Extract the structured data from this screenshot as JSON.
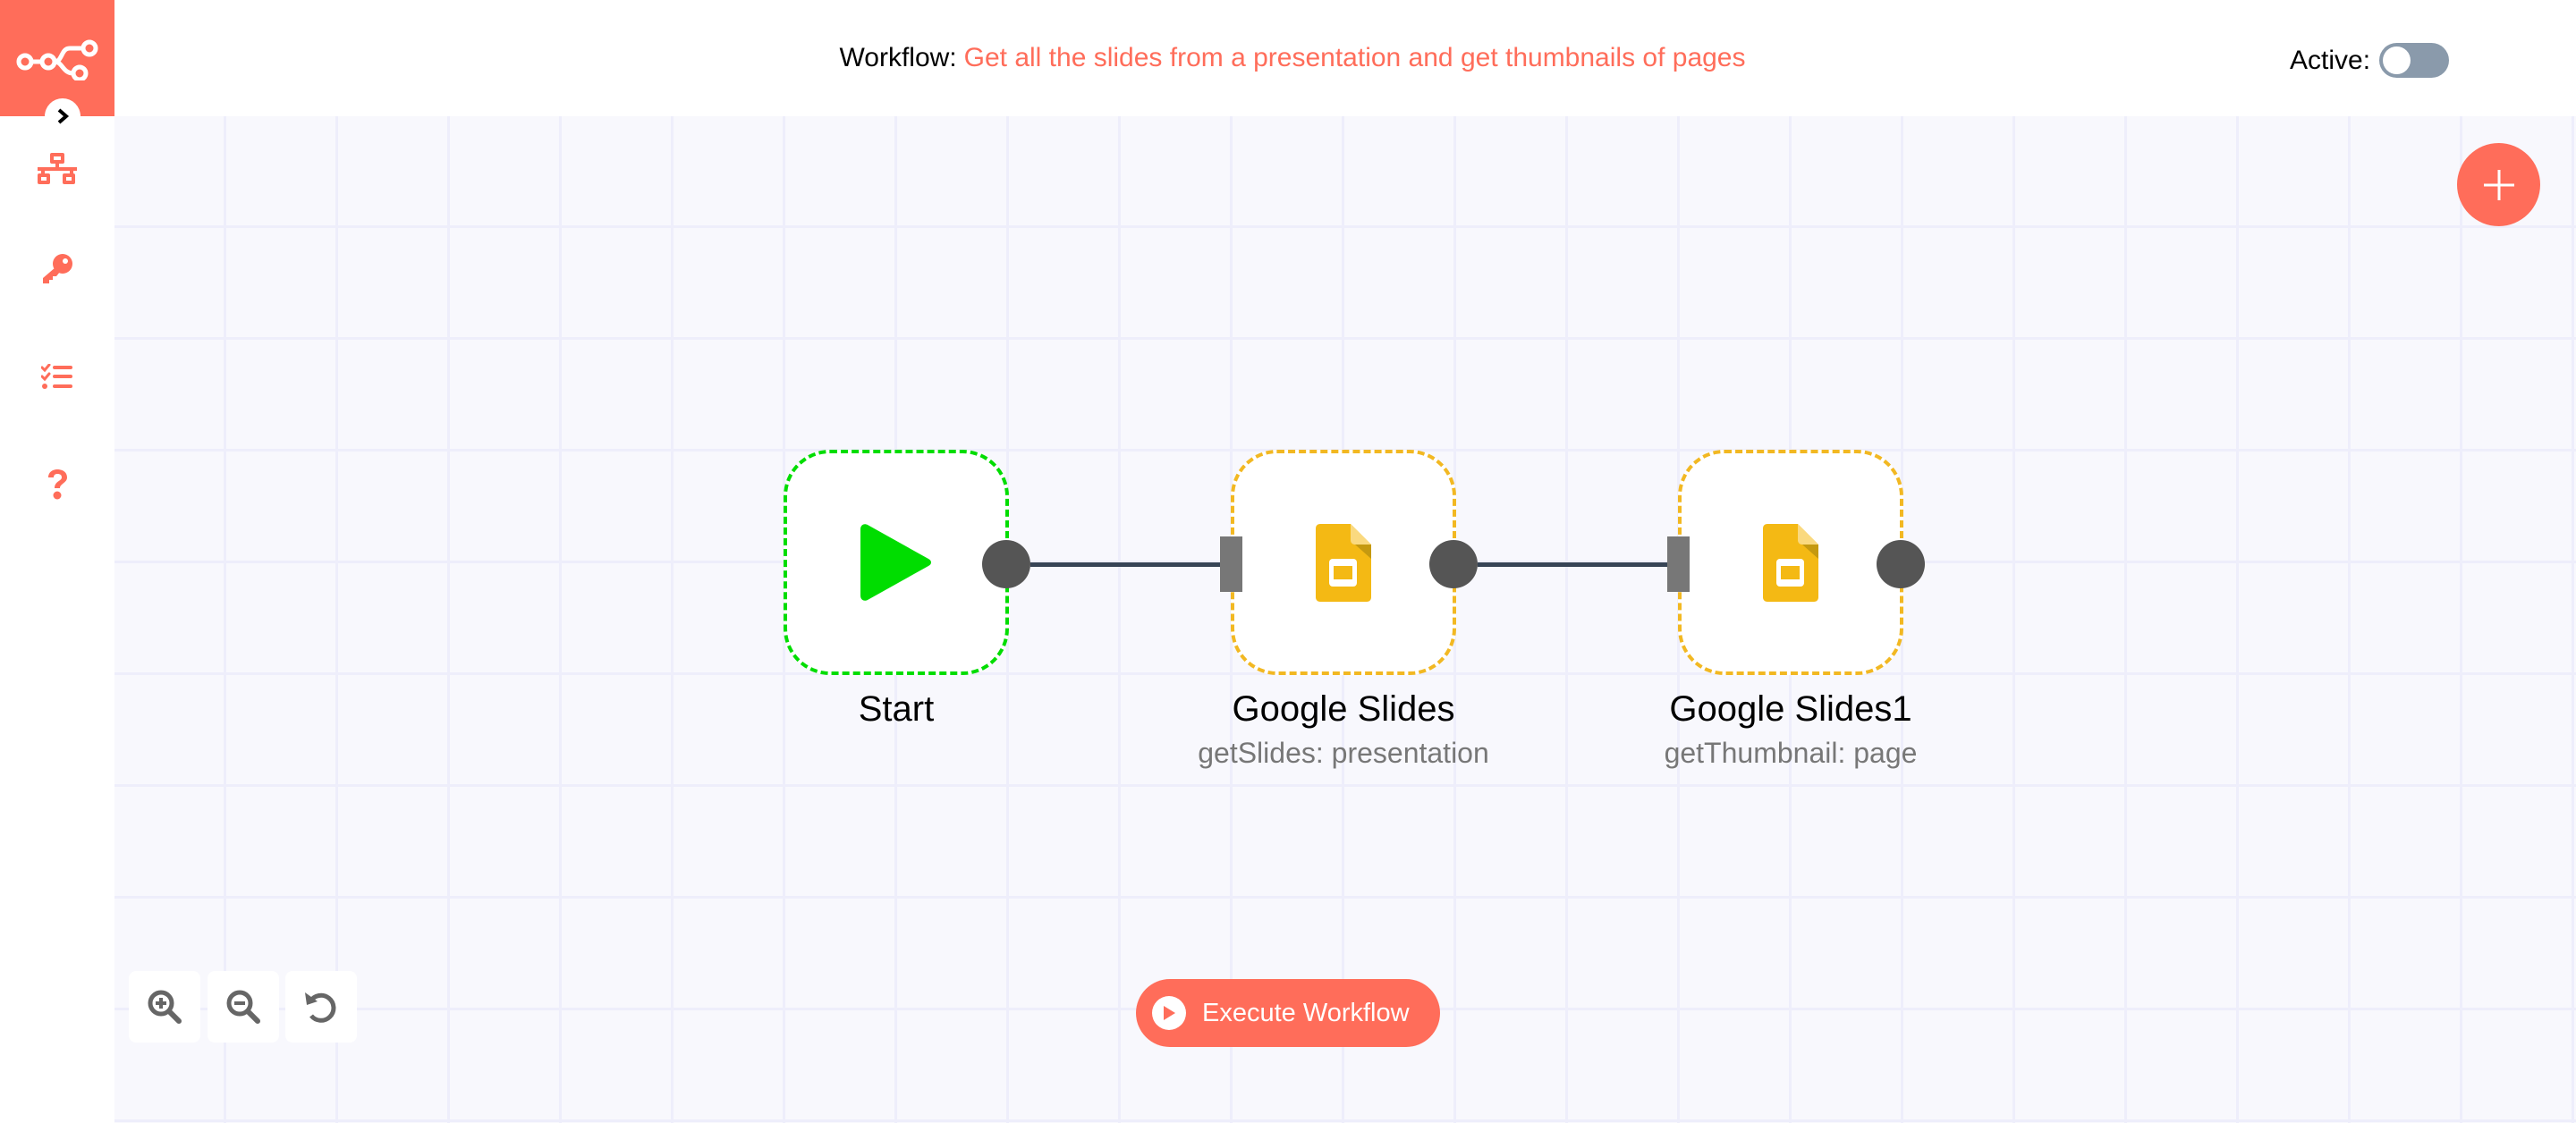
{
  "header": {
    "workflow_label": "Workflow:",
    "workflow_name": "Get all the slides from a presentation and get thumbnails of pages",
    "active_label": "Active:",
    "active_state": false
  },
  "sidebar": {
    "logo": "n8n-logo-icon",
    "collapse_icon": "chevron-right-icon",
    "items": [
      {
        "name": "workflows",
        "icon": "network-icon"
      },
      {
        "name": "credentials",
        "icon": "key-icon"
      },
      {
        "name": "executions",
        "icon": "tasks-list-icon"
      },
      {
        "name": "help",
        "icon": "question-icon"
      }
    ]
  },
  "canvas": {
    "add_node_icon": "plus-icon",
    "nodes": [
      {
        "title": "Start",
        "subtitle": "",
        "icon": "play-icon",
        "border_color": "#00dd00"
      },
      {
        "title": "Google Slides",
        "subtitle": "getSlides: presentation",
        "icon": "google-slides-icon",
        "border_color": "#f2b822"
      },
      {
        "title": "Google Slides1",
        "subtitle": "getThumbnail: page",
        "icon": "google-slides-icon",
        "border_color": "#f2b822"
      }
    ],
    "connections": [
      {
        "from": "Start",
        "to": "Google Slides"
      },
      {
        "from": "Google Slides",
        "to": "Google Slides1"
      }
    ],
    "zoom_controls": [
      "zoom-in-icon",
      "zoom-out-icon",
      "reset-zoom-icon"
    ],
    "execute_label": "Execute Workflow"
  },
  "colors": {
    "brand": "#ff6d5a",
    "canvas_bg": "#f8f8fd",
    "toggle_off": "#8a9aab",
    "connection": "#374455"
  }
}
